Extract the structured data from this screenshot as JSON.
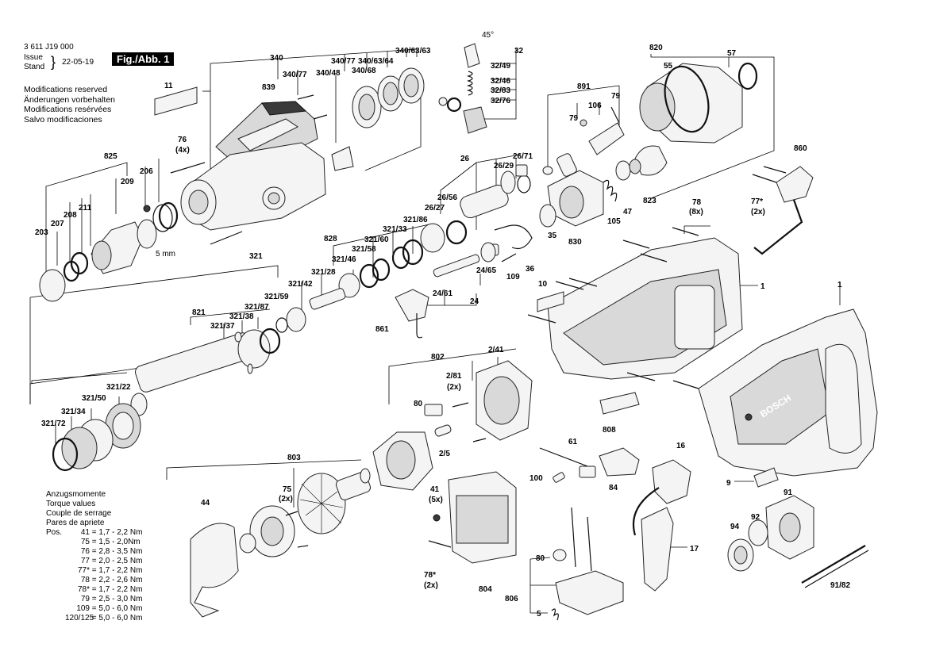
{
  "header": {
    "part_number": "3 611 J19 000",
    "issue_label_1": "Issue",
    "issue_label_2": "Stand",
    "date": "22-05-19",
    "figure": "Fig./Abb. 1"
  },
  "notes": [
    "Modifications reserved",
    "Änderungen vorbehalten",
    "Modifications resérvées",
    "Salvo modificaciones"
  ],
  "torque": {
    "titles": [
      "Anzugsmomente",
      "Torque values",
      "Couple de serrage",
      "Pares de apriete"
    ],
    "pos_label": "Pos.",
    "rows": [
      {
        "key": "41",
        "value": "= 1,7 - 2,2 Nm"
      },
      {
        "key": "75",
        "value": "= 1,5 - 2,0Nm"
      },
      {
        "key": "76",
        "value": "= 2,8 - 3,5 Nm"
      },
      {
        "key": "77",
        "value": "= 2,0 - 2,5 Nm"
      },
      {
        "key": "77*",
        "value": "= 1,7 - 2,2 Nm"
      },
      {
        "key": "78",
        "value": "= 2,2 - 2,6 Nm"
      },
      {
        "key": "78*",
        "value": "= 1,7 - 2,2 Nm"
      },
      {
        "key": "79",
        "value": "= 2,5 - 3,0 Nm"
      },
      {
        "key": "109",
        "value": "= 5,0 - 6,0 Nm"
      },
      {
        "key": "120/125",
        "value": "= 5,0 - 6,0 Nm"
      }
    ]
  },
  "brand_on_housing": "BOSCH",
  "callouts": {
    "c340": "340",
    "c340_77": "340/77",
    "c340_77b": "340/77",
    "c340_63_64": "340/63/64",
    "c340_63_63": "340/63/63",
    "c340_48": "340/48",
    "c340_68": "340/68",
    "c839": "839",
    "c11": "11",
    "c76": "76",
    "c4x": "(4x)",
    "c825": "825",
    "c206": "206",
    "c209": "209",
    "c211": "211",
    "c208": "208",
    "c207": "207",
    "c203": "203",
    "c5mm": "5 mm",
    "c45deg": "45°",
    "c32": "32",
    "c32_49": "32/49",
    "c32_46": "32/46",
    "c32_83": "32/83",
    "c32_76": "32/76",
    "c891": "891",
    "c79a": "79",
    "c106": "106",
    "c79b": "79",
    "c820": "820",
    "c55": "55",
    "c57": "57",
    "c26": "26",
    "c26_71": "26/71",
    "c26_29": "26/29",
    "c26_56": "26/56",
    "c26_27": "26/27",
    "c828": "828",
    "c321_86": "321/86",
    "c321_33": "321/33",
    "c321_60": "321/60",
    "c321_58": "321/58",
    "c321_46": "321/46",
    "c321": "321",
    "c321_28": "321/28",
    "c321_42": "321/42",
    "c321_59": "321/59",
    "c821": "821",
    "c321_87": "321/87",
    "c321_38": "321/38",
    "c321_37": "321/37",
    "c321_22": "321/22",
    "c321_50": "321/50",
    "c321_34": "321/34",
    "c321_72": "321/72",
    "c35": "35",
    "c830": "830",
    "c105": "105",
    "c47": "47",
    "c823": "823",
    "c860": "860",
    "c77s": "77*",
    "c2x_a": "(2x)",
    "c78": "78",
    "c8x": "(8x)",
    "c36": "36",
    "c109": "109",
    "c24_65": "24/65",
    "c24_61": "24/61",
    "c24": "24",
    "c861": "861",
    "c10": "10",
    "c1a": "1",
    "c1b": "1",
    "c802": "802",
    "c2_41": "2/41",
    "c2_81": "2/81",
    "c2x_b": "(2x)",
    "c80a": "80",
    "c2_5": "2/5",
    "c61": "61",
    "c100": "100",
    "c84": "84",
    "c808": "808",
    "c16": "16",
    "c9": "9",
    "c17": "17",
    "c803": "803",
    "c75": "75",
    "c2x_c": "(2x)",
    "c44": "44",
    "c41": "41",
    "c5x": "(5x)",
    "c78s": "78*",
    "c2x_d": "(2x)",
    "c804": "804",
    "c80b": "80",
    "c806": "806",
    "c5": "5",
    "c91": "91",
    "c92": "92",
    "c94": "94",
    "c91_82": "91/82"
  }
}
